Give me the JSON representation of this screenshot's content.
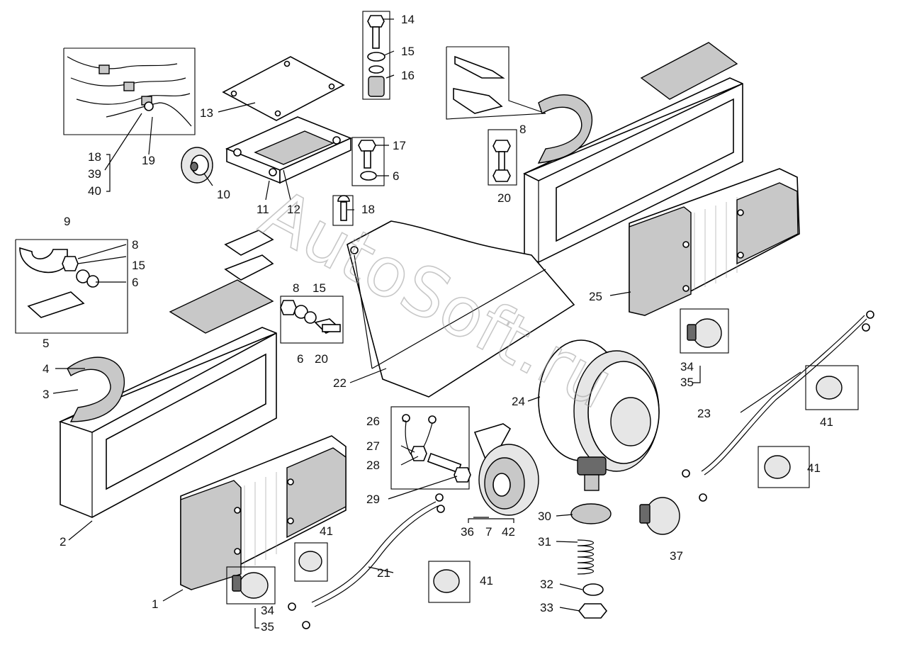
{
  "watermark": "AutoSoft.ru",
  "callouts": {
    "c14": "14",
    "c15a": "15",
    "c16": "16",
    "c13": "13",
    "c18a": "18",
    "c39": "39",
    "c40": "40",
    "c19": "19",
    "c17": "17",
    "c6a": "6",
    "c10": "10",
    "c11": "11",
    "c12": "12",
    "c18b": "18",
    "c8a": "8",
    "c20a": "20",
    "c25": "25",
    "c9": "9",
    "c8b": "8",
    "c15b": "15",
    "c6b": "6",
    "c5": "5",
    "c4": "4",
    "c3": "3",
    "c2": "2",
    "c8c": "8",
    "c15c": "15",
    "c6c": "6",
    "c20b": "20",
    "c22": "22",
    "c24": "24",
    "c34a": "34",
    "c35a": "35",
    "c23": "23",
    "c41a": "41",
    "c41b": "41",
    "c26": "26",
    "c27": "27",
    "c28": "28",
    "c29": "29",
    "c36": "36",
    "c7": "7",
    "c42": "42",
    "c30": "30",
    "c31": "31",
    "c32": "32",
    "c33": "33",
    "c37": "37",
    "c41c": "41",
    "c21": "21",
    "c41d": "41",
    "c1": "1",
    "c34b": "34",
    "c35b": "35"
  }
}
